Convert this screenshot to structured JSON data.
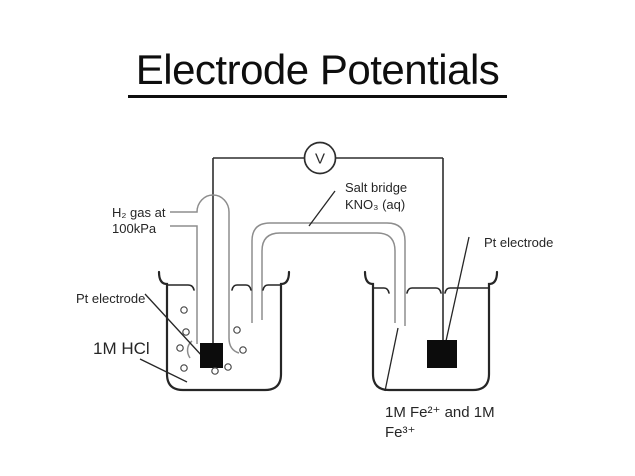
{
  "title": "Electrode Potentials",
  "diagram": {
    "voltmeter": {
      "label": "V"
    },
    "labels": {
      "h2_gas": {
        "line1": "H₂ gas at",
        "line2": "100kPa"
      },
      "salt_bridge": {
        "line1": "Salt bridge",
        "line2": "KNO₃ (aq)"
      },
      "pt_electrode_left": "Pt electrode",
      "pt_electrode_right": "Pt electrode",
      "electrolyte_left": "1M HCl",
      "electrolyte_right": {
        "line1": "1M Fe²⁺ and 1M",
        "line2": "Fe³⁺"
      }
    },
    "colors": {
      "wire": "#2e2e2e",
      "beaker": "#262626",
      "glass": "#8d8d8d",
      "electrode": "#0c0c0c",
      "bubble": "#4a4a4a",
      "text": "#262626",
      "background": "#ffffff"
    }
  }
}
